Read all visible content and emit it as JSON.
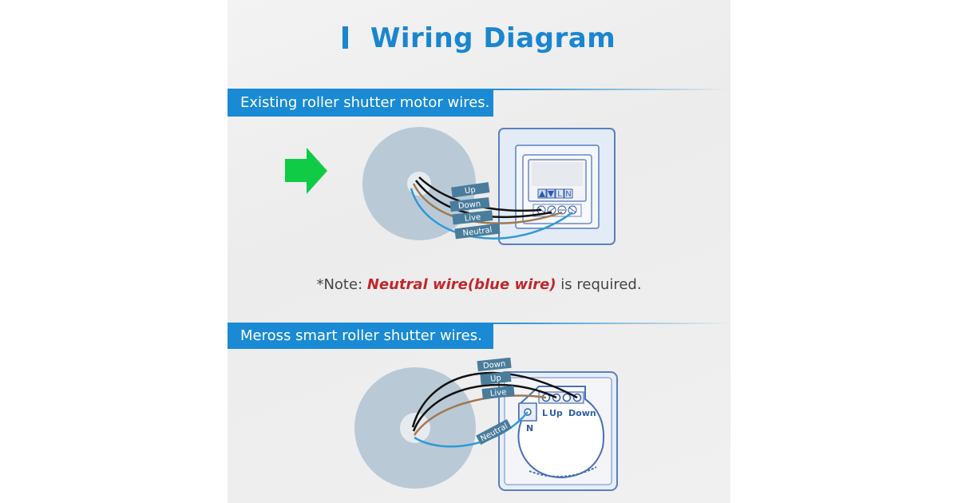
{
  "title": "Wiring Diagram",
  "sections": [
    {
      "header": "Existing roller shutter motor wires.",
      "wire_labels": [
        "Up",
        "Down",
        "Live",
        "Neutral"
      ],
      "switch_buttons": [
        "▲",
        "▼",
        "L",
        "N"
      ]
    },
    {
      "header": "Meross smart roller shutter wires.",
      "wire_labels": [
        "Down",
        "Up",
        "Live",
        "Neutral"
      ],
      "terminal_labels": [
        "L",
        "Up",
        "Down",
        "N"
      ]
    }
  ],
  "note": {
    "prefix": "*Note: ",
    "highlight": "Neutral wire(blue wire)",
    "suffix": " is required."
  },
  "colors": {
    "accent_blue": "#1a86d0",
    "arrow_green": "#0fcb45",
    "note_red": "#c0272d",
    "wire_black": "#111111",
    "wire_brown": "#a07850",
    "wire_blue": "#2f9ad6",
    "label_bg": "#4a7c9c"
  }
}
